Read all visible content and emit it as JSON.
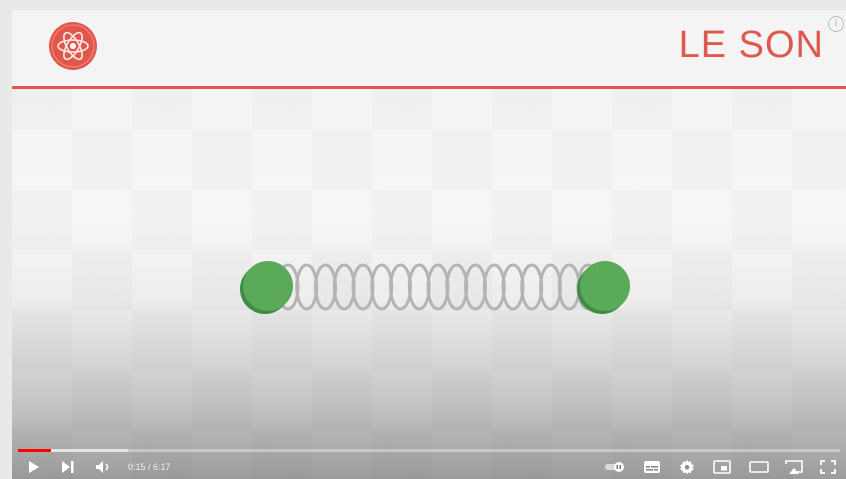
{
  "video": {
    "title": "LE SON",
    "info_icon_label": "i"
  },
  "player": {
    "current_time": "0:15",
    "time_separator": " / ",
    "duration": "6:17",
    "progress_fraction": 0.04,
    "accent_color": "#e2574c",
    "progress_color": "#ff0000"
  },
  "scene": {
    "ball_color": "#5aaa5a",
    "spring_color": "#b4b4b4",
    "spring_coils": 17
  },
  "controls": {
    "left": [
      "play-icon",
      "next-icon",
      "volume-icon"
    ],
    "right": [
      "autoplay-toggle-icon",
      "subtitles-icon",
      "settings-icon",
      "miniplayer-icon",
      "theater-mode-icon",
      "cast-icon",
      "fullscreen-icon"
    ]
  }
}
